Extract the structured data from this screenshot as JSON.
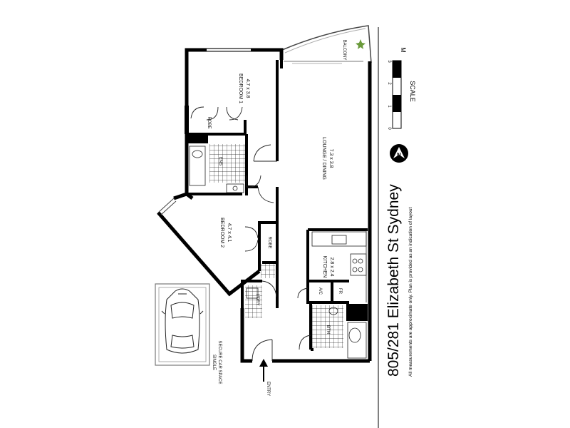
{
  "title": "805/281 Elizabeth St Sydney",
  "disclaimer": "All measurements are approximate only. Plan is provided as an indication of layout",
  "scale": {
    "label": "SCALE",
    "unit": "M",
    "ticks": [
      "0",
      "1",
      "2",
      "3"
    ]
  },
  "compass": {
    "letter": "N"
  },
  "rooms": {
    "bedroom1": {
      "name": "BEDROOM 1",
      "size": "4.7 x 3.8"
    },
    "bedroom2": {
      "name": "BEDROOM 2",
      "size": "4.7 x 4.1"
    },
    "lounge": {
      "name": "LOUNGE / DINING",
      "size": "7.3 x 3.8"
    },
    "kitchen": {
      "name": "KITCHEN",
      "size": "2.8 x 2.4"
    },
    "balcony": "BALCONY",
    "ens": "ENS",
    "robe1": "ROBE",
    "robe2": "ROBE",
    "ldry": "L'DRY",
    "ac": "A/C",
    "fr": "FR",
    "bth": "BTH",
    "entry": "ENTRY",
    "car_line1": "SINGLE",
    "car_line2": "SECURE CAR SPACE"
  }
}
